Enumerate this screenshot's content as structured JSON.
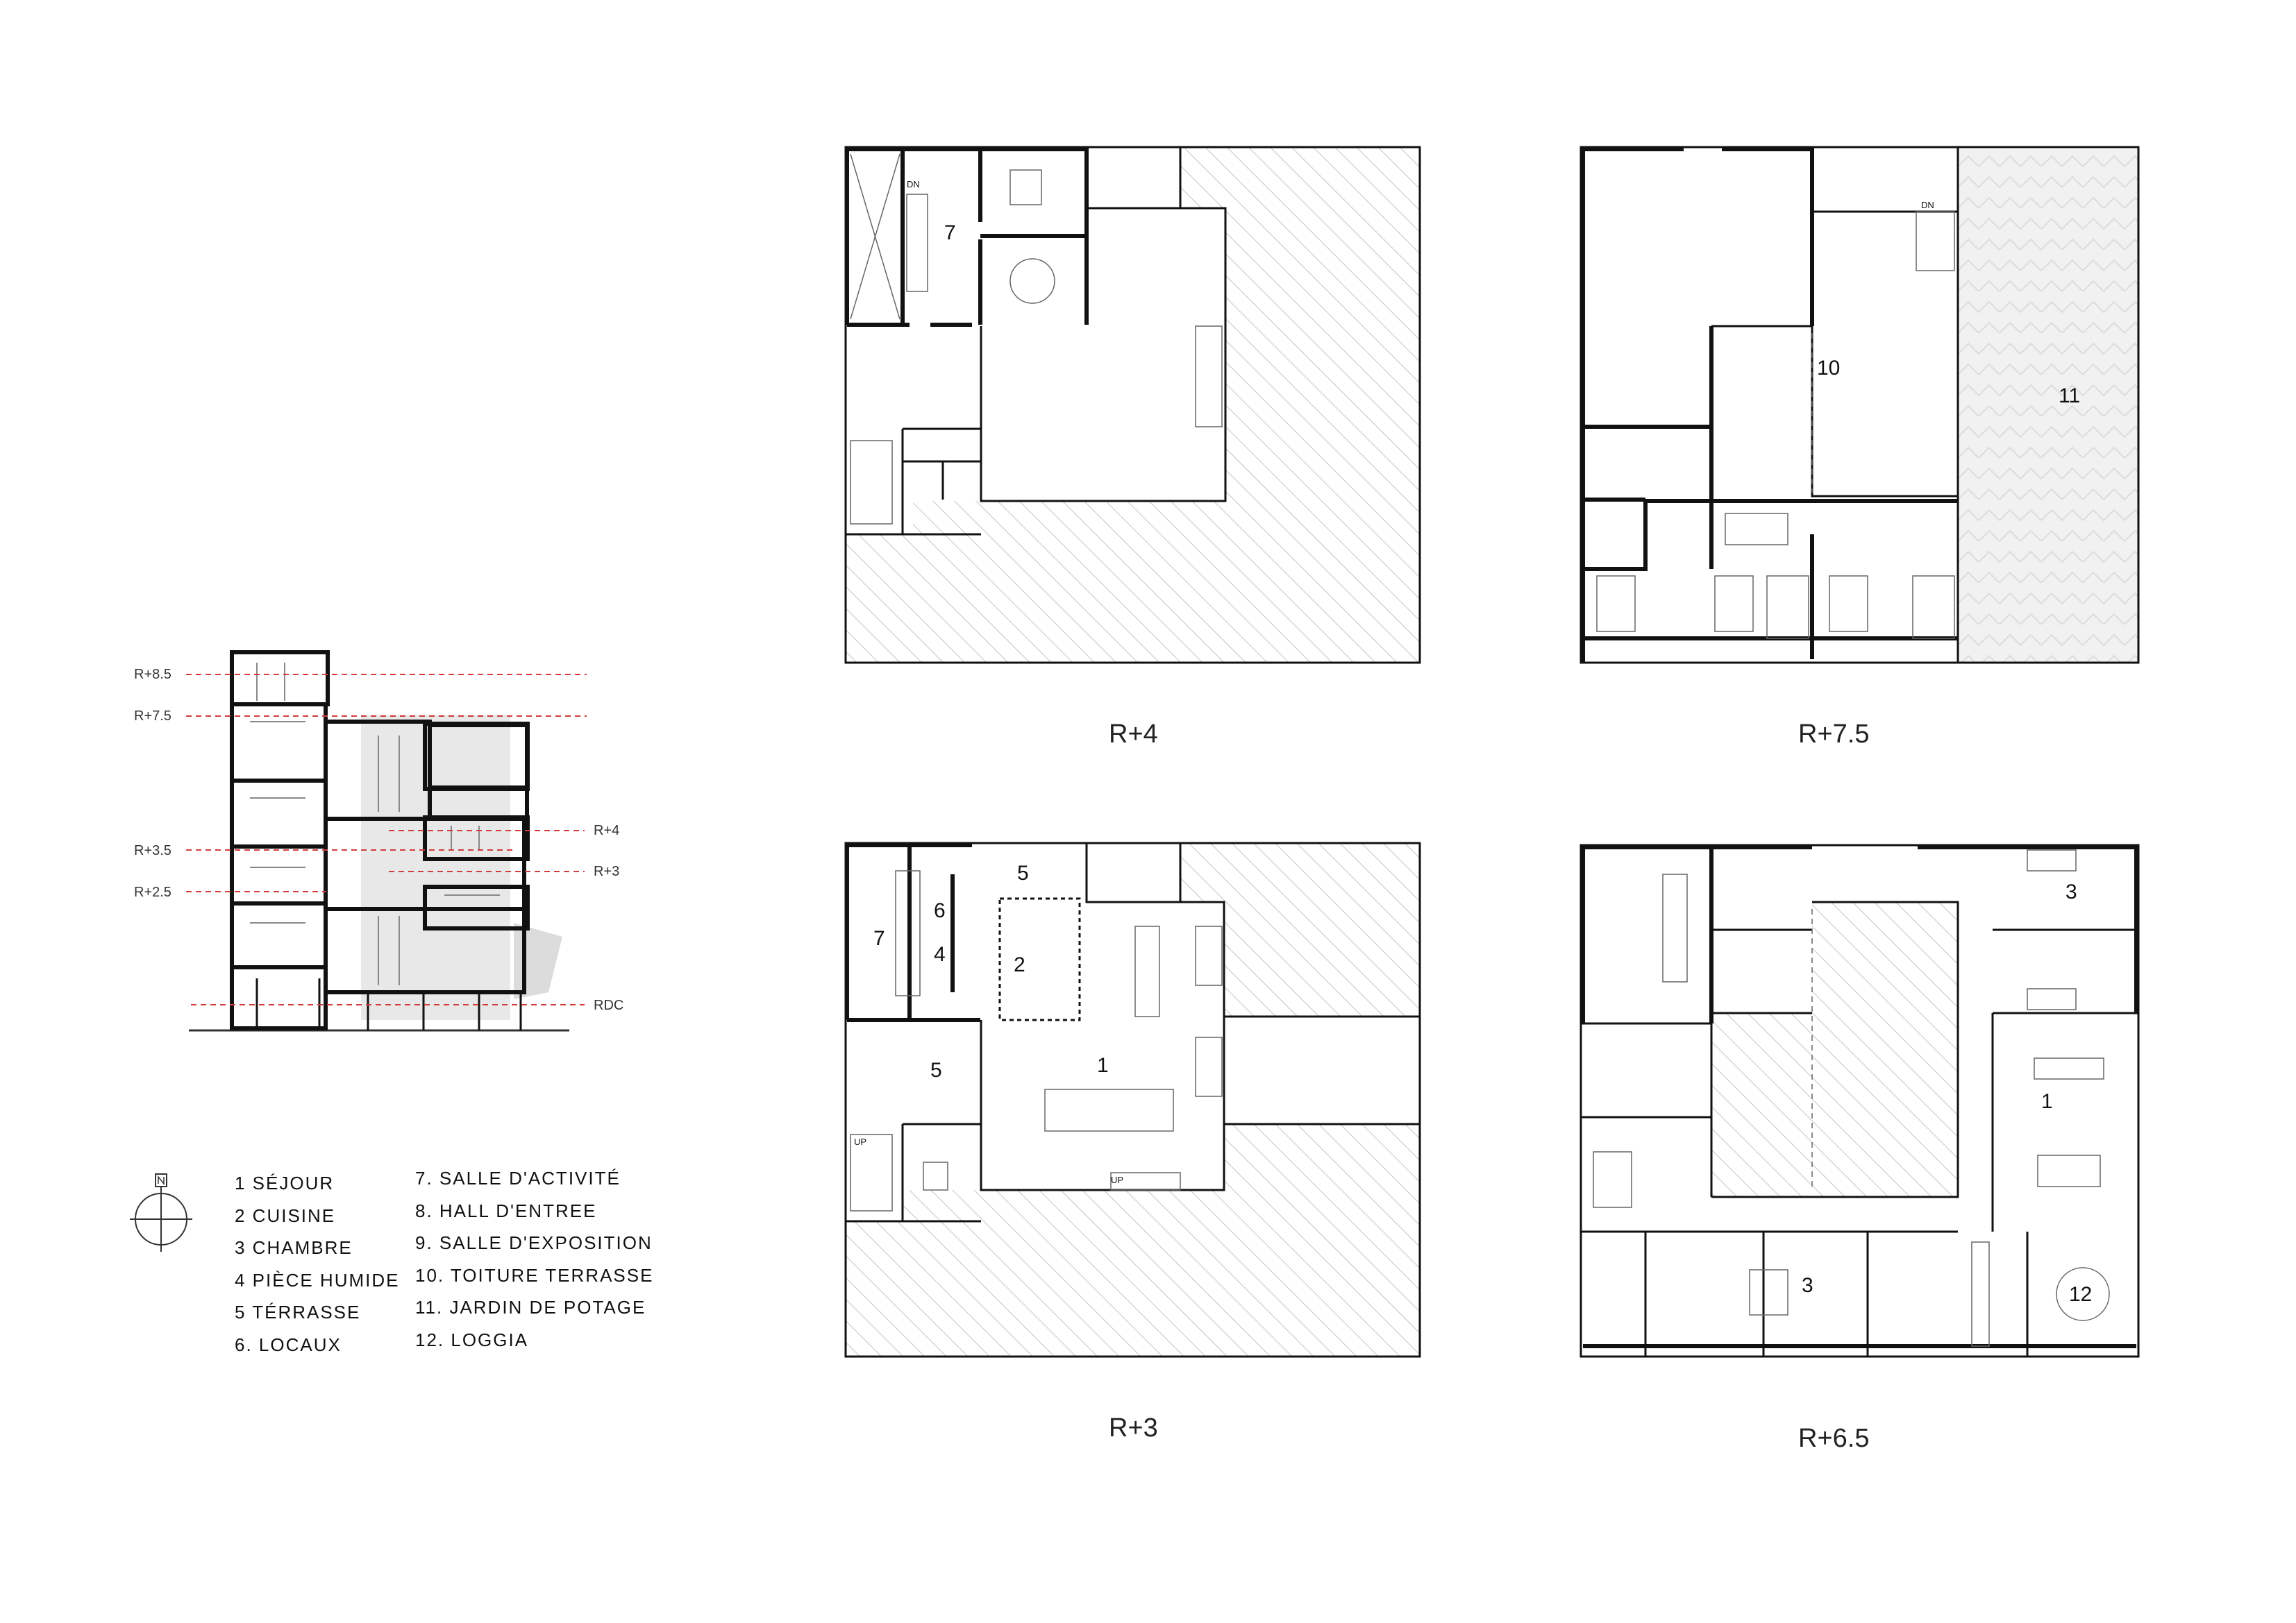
{
  "section": {
    "levels_left": [
      "R+8.5",
      "R+7.5",
      "R+3.5",
      "R+2.5"
    ],
    "levels_right": [
      "R+4",
      "R+3",
      "RDC"
    ]
  },
  "legend": {
    "col_a": [
      "1 SÉJOUR",
      "2 CUISINE",
      "3 CHAMBRE",
      "4 PIÈCE HUMIDE",
      "5 TÉRRASSE",
      "6. LOCAUX"
    ],
    "col_b": [
      "7. SALLE D'ACTIVITÉ",
      "8. HALL D'ENTREE",
      "9. SALLE D'EXPOSITION",
      "10. TOITURE TERRASSE",
      "11. JARDIN DE POTAGE",
      "12. LOGGIA"
    ]
  },
  "plans": {
    "r4": {
      "caption": "R+4",
      "rooms": [
        "7"
      ],
      "stair_label": "DN"
    },
    "r75": {
      "caption": "R+7.5",
      "rooms": [
        "10",
        "11"
      ],
      "stair_label": "DN"
    },
    "r3": {
      "caption": "R+3",
      "rooms": [
        "5",
        "6",
        "7",
        "4",
        "2",
        "1",
        "5"
      ],
      "stair_labels": [
        "UP",
        "UP"
      ]
    },
    "r65": {
      "caption": "R+6.5",
      "rooms": [
        "3",
        "1",
        "3",
        "12"
      ]
    }
  },
  "colors": {
    "hatch": "#bcbcbc",
    "wall": "#111111",
    "section_line": "#d23c3c",
    "shadow": "#d9d9d9"
  },
  "icons": {
    "north_arrow": "north-arrow-icon"
  }
}
